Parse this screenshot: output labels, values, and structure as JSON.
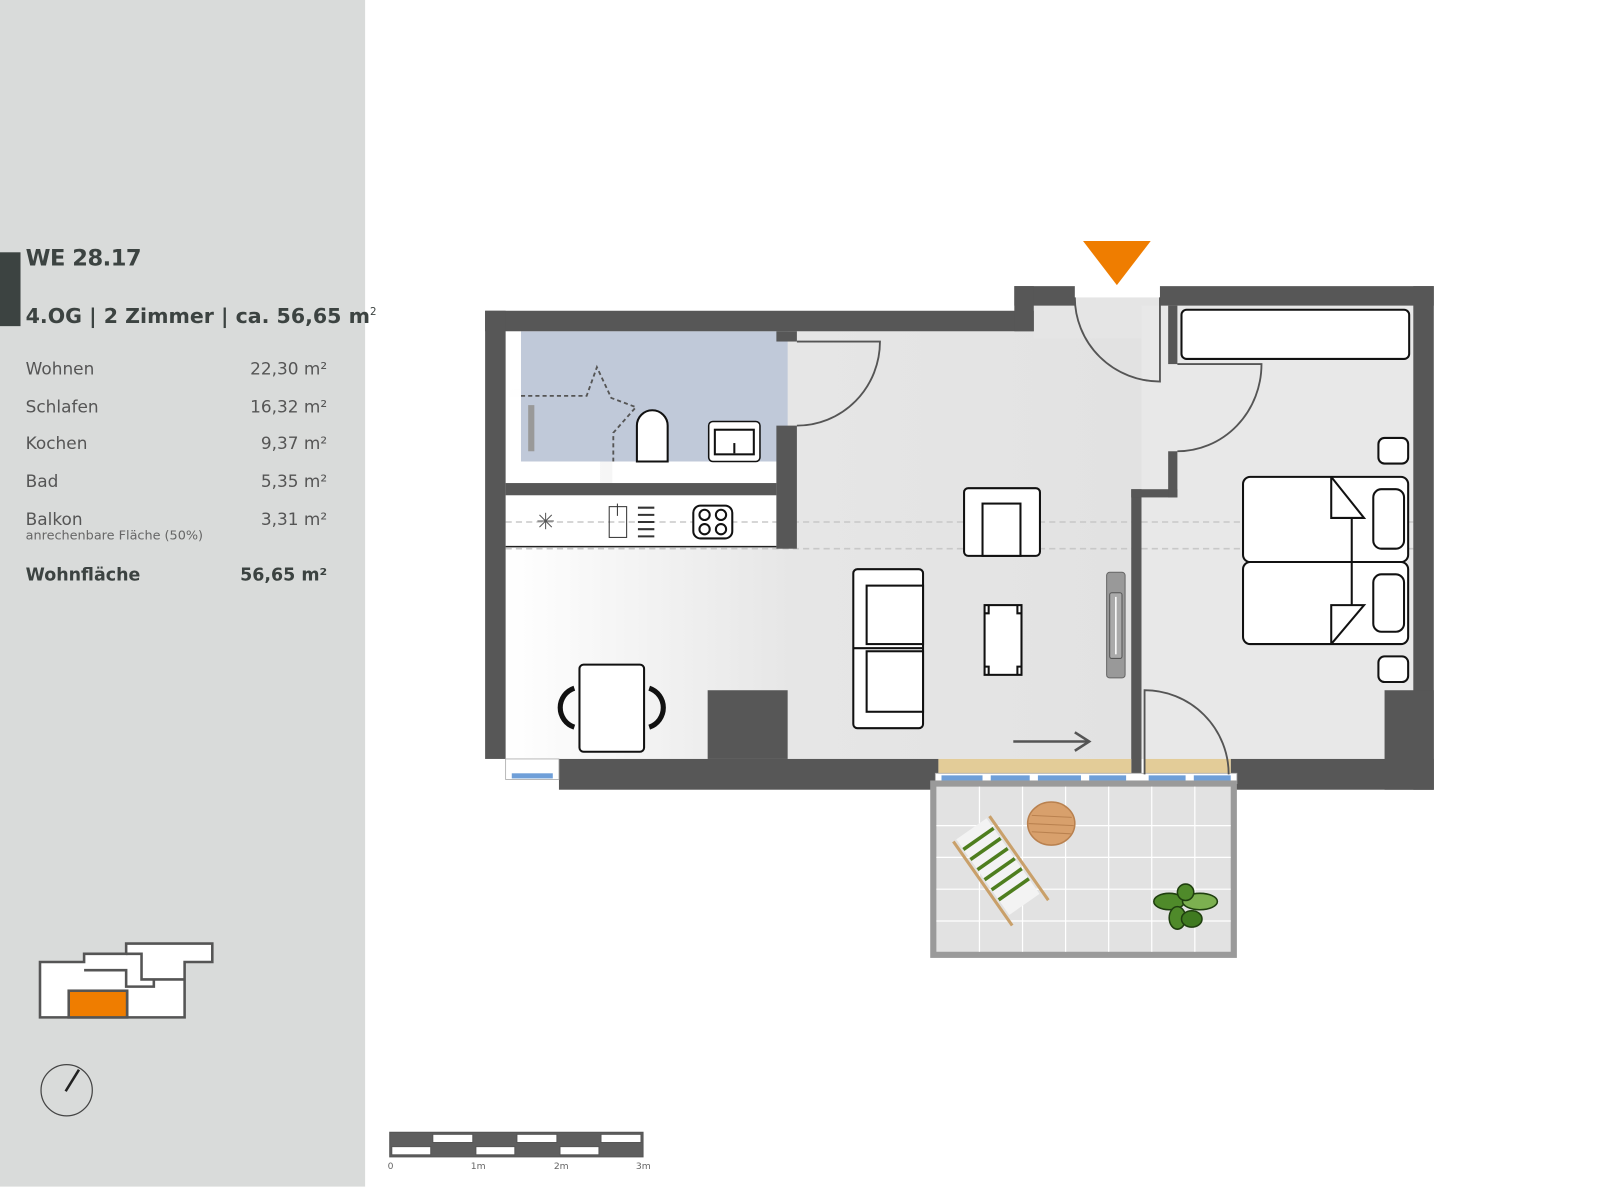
{
  "unit": {
    "title": "WE 28.17",
    "subtitle": "4.OG | 2 Zimmer | ca. 56,65 m",
    "subtitle_sup": "2"
  },
  "rooms": [
    {
      "name": "Wohnen",
      "area": "22,30 m²"
    },
    {
      "name": "Schlafen",
      "area": "16,32 m²"
    },
    {
      "name": "Kochen",
      "area": "9,37 m²"
    },
    {
      "name": "Bad",
      "area": "5,35 m²"
    },
    {
      "name": "Balkon",
      "area": "3,31 m²",
      "note": "anrechenbare Fläche (50%)"
    }
  ],
  "total": {
    "name": "Wohnfläche",
    "area": "56,65 m²"
  },
  "scale_bar": {
    "labels": [
      "0",
      "1m",
      "2m",
      "3m"
    ]
  },
  "colors": {
    "panel_bg": "#d9dbda",
    "accent_dark": "#3c4341",
    "wall": "#575757",
    "bath_floor": "#c0c9d9",
    "entrance_marker": "#ef7d00",
    "keyplan_highlight": "#ef7d00",
    "window": "#6f9fd8",
    "sill": "#e3cc98"
  },
  "icons": {
    "entrance": "entrance-triangle-icon",
    "compass": "compass-north-icon"
  }
}
